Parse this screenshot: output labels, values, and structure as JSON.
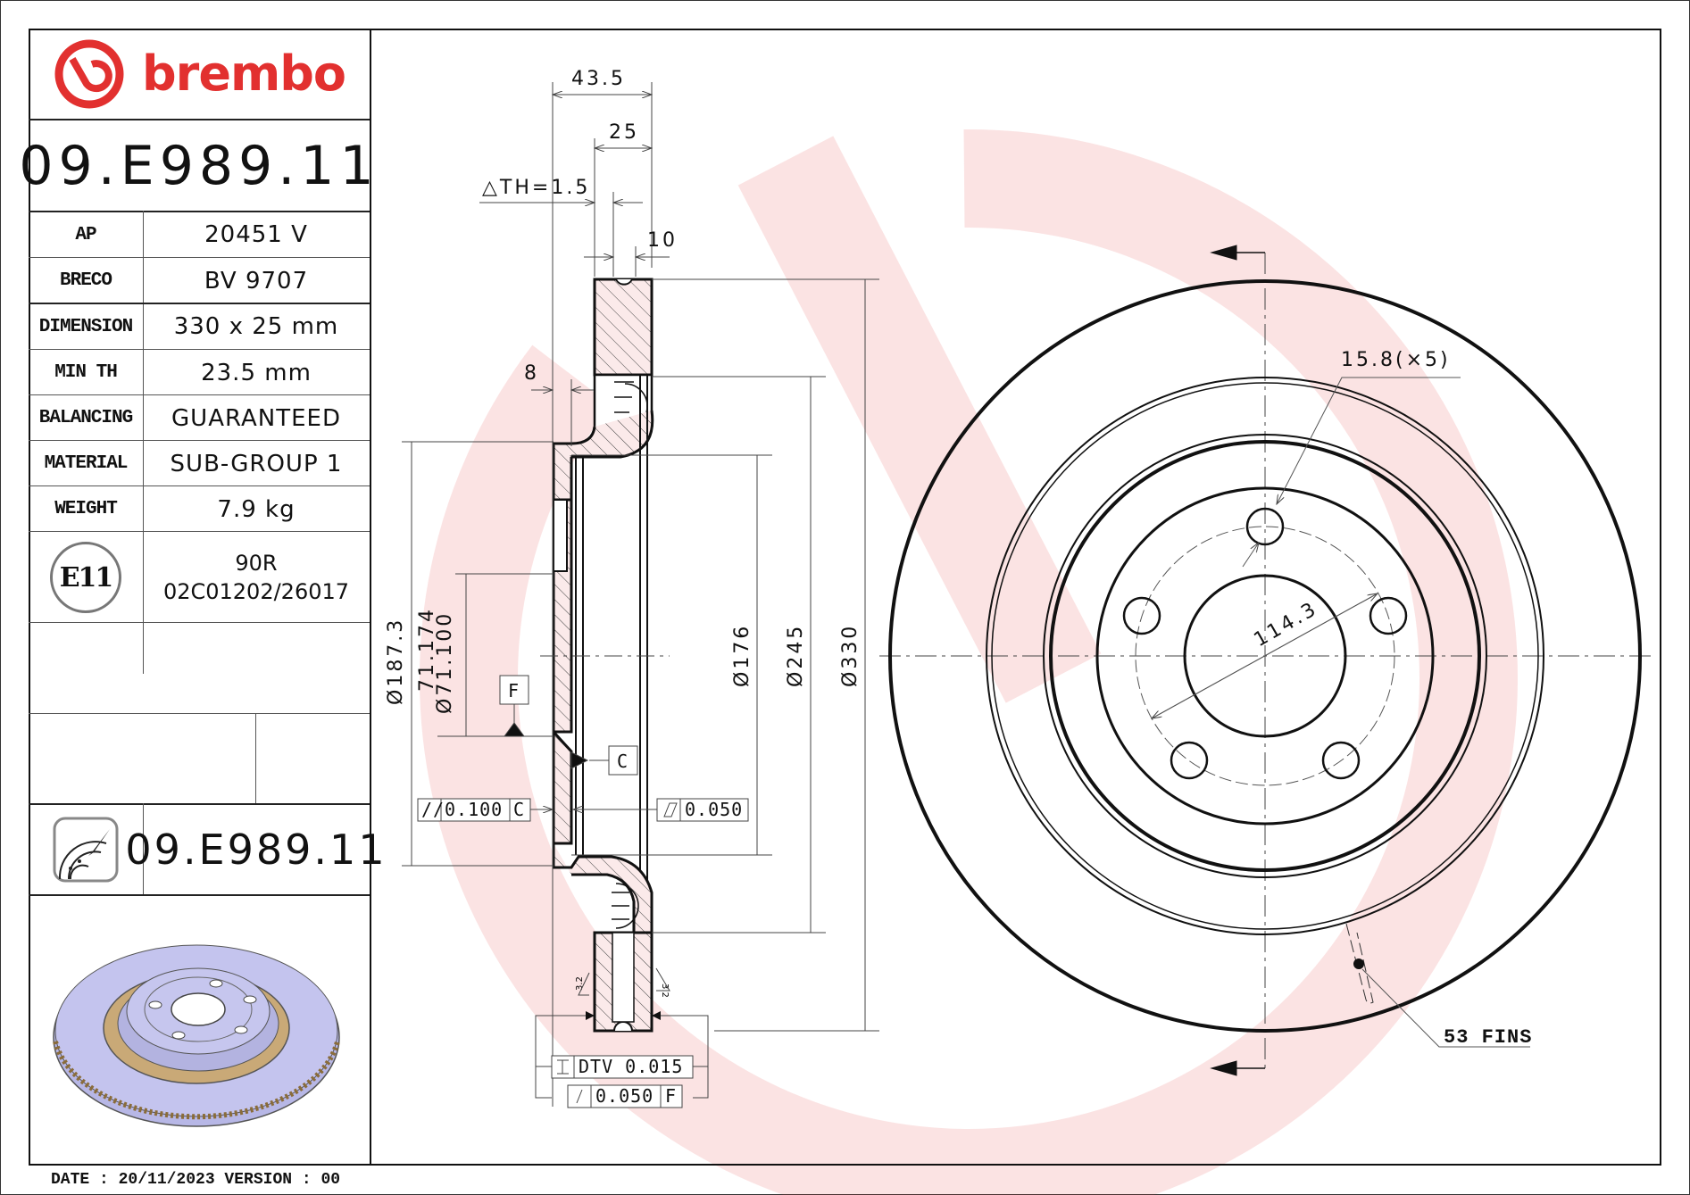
{
  "brand": {
    "name": "brembo",
    "color": "#e2302f"
  },
  "header": {
    "part_number": "09.E989.11"
  },
  "specs": [
    {
      "label": "AP",
      "value": "20451 V"
    },
    {
      "label": "BRECO",
      "value": "BV 9707"
    },
    {
      "label": "DIMENSION",
      "value": "330 x 25 mm"
    },
    {
      "label": "MIN TH",
      "value": "23.5 mm"
    },
    {
      "label": "BALANCING",
      "value": "GUARANTEED"
    },
    {
      "label": "MATERIAL",
      "value": "SUB-GROUP 1"
    },
    {
      "label": "WEIGHT",
      "value": "7.9 kg"
    }
  ],
  "approval": {
    "mark": "E11",
    "line1": "90R",
    "line2": "02C01202/26017"
  },
  "product_row": {
    "icon": "brake-disc-service-icon",
    "part_number": "09.E989.11"
  },
  "footer": {
    "date_text": "DATE : 20/11/2023 VERSION : 00"
  },
  "section_view": {
    "dims_top": {
      "overall_height": "43.5",
      "thickness": "25",
      "delta_th": "△TH=1.5",
      "vane_width": "10",
      "hat_wall": "8"
    },
    "dims_vertical": {
      "d187": "Ø187.3",
      "d71_upper": "71.174",
      "d71_lower": "Ø71.100",
      "d176": "Ø176",
      "d245": "Ø245",
      "d330": "Ø330"
    },
    "datums": {
      "F": "F",
      "C": "C"
    },
    "tolerance_parallelism": {
      "symbol": "//",
      "value": "0.100",
      "datum": "C"
    },
    "tolerance_flatness": {
      "value": "0.050"
    },
    "tolerance_dtv": {
      "value": "DTV 0.015"
    },
    "tolerance_runout": {
      "value": "0.050",
      "datum": "F"
    },
    "roughness": "3.2"
  },
  "front_view": {
    "bolt_holes": "15.8(×5)",
    "pcd": "114.3",
    "fins": "53 FINS"
  }
}
